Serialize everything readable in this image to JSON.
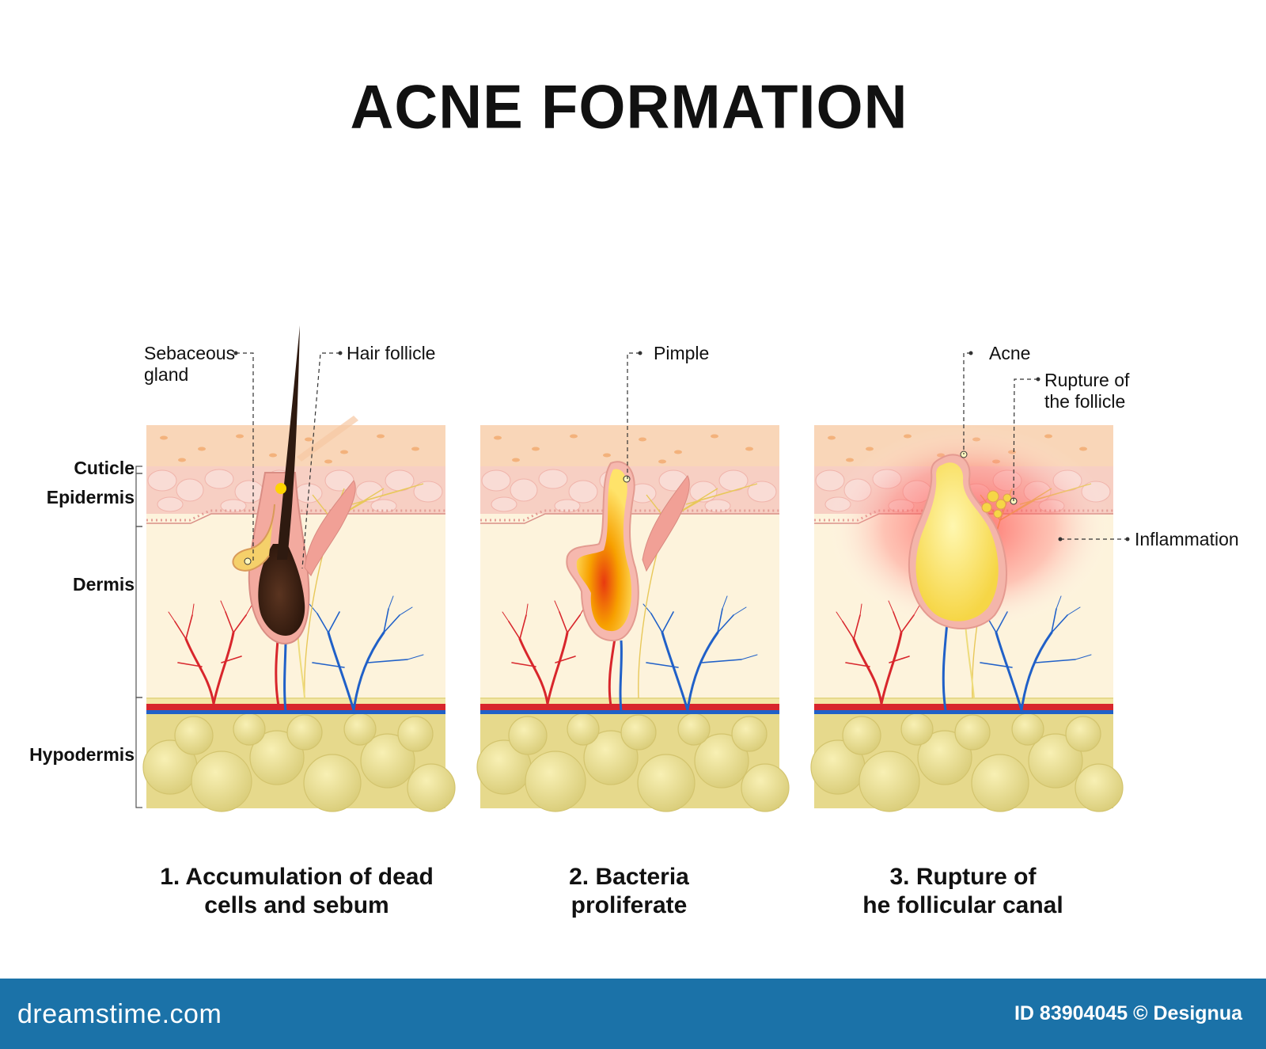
{
  "title": "ACNE FORMATION",
  "layers": {
    "cuticle": "Cuticle",
    "epidermis": "Epidermis",
    "dermis": "Dermis",
    "hypodermis": "Hypodermis"
  },
  "panel1": {
    "sebaceous_gland": "Sebaceous\ngland",
    "hair_follicle": "Hair follicle",
    "caption": "1. Accumulation of dead\ncells and sebum"
  },
  "panel2": {
    "pimple": "Pimple",
    "caption": "2. Bacteria\nproliferate"
  },
  "panel3": {
    "acne": "Acne",
    "rupture": "Rupture of\nthe follicle",
    "inflammation": "Inflammation",
    "caption": "3. Rupture of\nhe follicular canal"
  },
  "footer": {
    "brand": "dreamstime.com",
    "credit": "ID 83904045 © Designua"
  },
  "colors": {
    "cuticle": "#f9d6b8",
    "epidermis": "#f7c9c0",
    "dermis": "#fdf3dc",
    "hypodermis": "#e8dc92",
    "artery": "#d8262c",
    "vein": "#2060c8",
    "nerve": "#f1d76a",
    "footer": "#1b72a8"
  }
}
